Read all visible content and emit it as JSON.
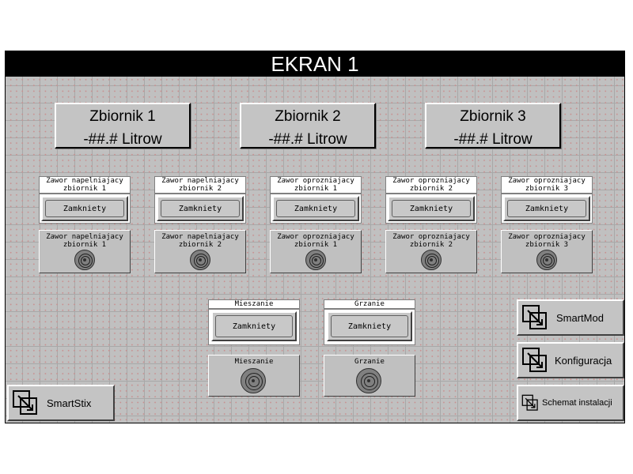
{
  "screen": {
    "title": "EKRAN 1"
  },
  "tanks": [
    {
      "name": "Zbiornik 1",
      "value": "-##.# Litrow"
    },
    {
      "name": "Zbiornik 2",
      "value": "-##.# Litrow"
    },
    {
      "name": "Zbiornik 3",
      "value": "-##.# Litrow"
    }
  ],
  "valves": [
    {
      "label1": "Zawor napelniajacy",
      "label2": "zbiornik 1",
      "state": "Zamkniety"
    },
    {
      "label1": "Zawor napelniajacy",
      "label2": "zbiornik 2",
      "state": "Zamkniety"
    },
    {
      "label1": "Zawor oprozniajacy",
      "label2": "zbiornik 1",
      "state": "Zamkniety"
    },
    {
      "label1": "Zawor oprozniajacy",
      "label2": "zbiornik 2",
      "state": "Zamkniety"
    },
    {
      "label1": "Zawor oprozniajacy",
      "label2": "zbiornik 3",
      "state": "Zamkniety"
    }
  ],
  "devices": [
    {
      "label": "Mieszanie",
      "state": "Zamkniety"
    },
    {
      "label": "Grzanie",
      "state": "Zamkniety"
    }
  ],
  "nav": {
    "smartstix": "SmartStix",
    "smartmod": "SmartMod",
    "konfiguracja": "Konfiguracja",
    "schemat": "Schemat instalacji"
  }
}
